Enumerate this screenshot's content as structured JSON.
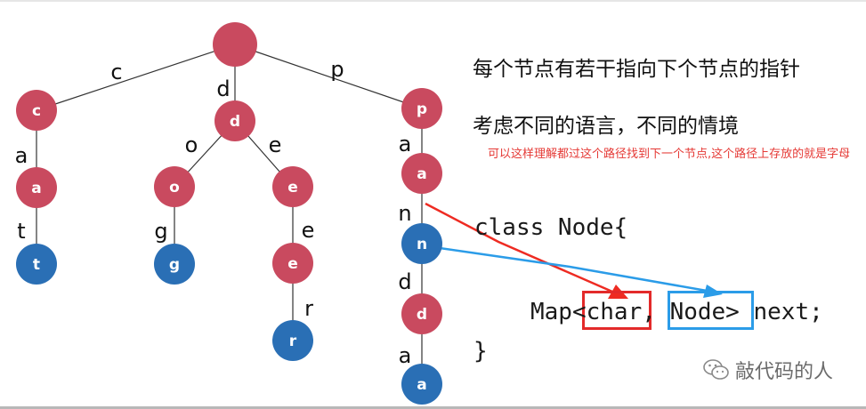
{
  "diagram": {
    "colors": {
      "red_node": "#c94a5f",
      "blue_node": "#2a6fb5",
      "edge": "#333333",
      "red_arrow": "#ee2b22",
      "blue_arrow": "#2b9ce8"
    },
    "nodes": [
      {
        "id": "root",
        "label": "",
        "color": "red"
      },
      {
        "id": "c",
        "label": "c",
        "color": "red"
      },
      {
        "id": "ca",
        "label": "a",
        "color": "red"
      },
      {
        "id": "cat",
        "label": "t",
        "color": "blue"
      },
      {
        "id": "d",
        "label": "d",
        "color": "red"
      },
      {
        "id": "do",
        "label": "o",
        "color": "red"
      },
      {
        "id": "dog",
        "label": "g",
        "color": "blue"
      },
      {
        "id": "de",
        "label": "e",
        "color": "red"
      },
      {
        "id": "dee",
        "label": "e",
        "color": "red"
      },
      {
        "id": "deer",
        "label": "r",
        "color": "blue"
      },
      {
        "id": "p",
        "label": "p",
        "color": "red"
      },
      {
        "id": "pa",
        "label": "a",
        "color": "red"
      },
      {
        "id": "pan",
        "label": "n",
        "color": "blue"
      },
      {
        "id": "pand",
        "label": "d",
        "color": "red"
      },
      {
        "id": "panda",
        "label": "a",
        "color": "blue"
      }
    ],
    "edges": [
      {
        "from": "root",
        "to": "c",
        "label": "c"
      },
      {
        "from": "root",
        "to": "d",
        "label": "d"
      },
      {
        "from": "root",
        "to": "p",
        "label": "p"
      },
      {
        "from": "c",
        "to": "ca",
        "label": "a"
      },
      {
        "from": "ca",
        "to": "cat",
        "label": "t"
      },
      {
        "from": "d",
        "to": "do",
        "label": "o"
      },
      {
        "from": "d",
        "to": "de",
        "label": "e"
      },
      {
        "from": "do",
        "to": "dog",
        "label": "g"
      },
      {
        "from": "de",
        "to": "dee",
        "label": "e"
      },
      {
        "from": "dee",
        "to": "deer",
        "label": "r"
      },
      {
        "from": "p",
        "to": "pa",
        "label": "a"
      },
      {
        "from": "pa",
        "to": "pan",
        "label": "n"
      },
      {
        "from": "pan",
        "to": "pand",
        "label": "d"
      },
      {
        "from": "pand",
        "to": "panda",
        "label": "a"
      }
    ]
  },
  "text": {
    "heading1": "每个节点有若干指向下个节点的指针",
    "heading2": "考虑不同的语言，不同的情境",
    "note": "可以这样理解都过这个路径找到下一个节点,这个路径上存放的就是字母"
  },
  "code": {
    "line1": "class Node{",
    "line2_prefix": "Map<",
    "line2_char": "char,",
    "line2_node": "Node>",
    "line2_suffix": "next;",
    "line3": "}"
  },
  "watermark": {
    "text": "敲代码的人",
    "icon": "wechat-icon"
  }
}
